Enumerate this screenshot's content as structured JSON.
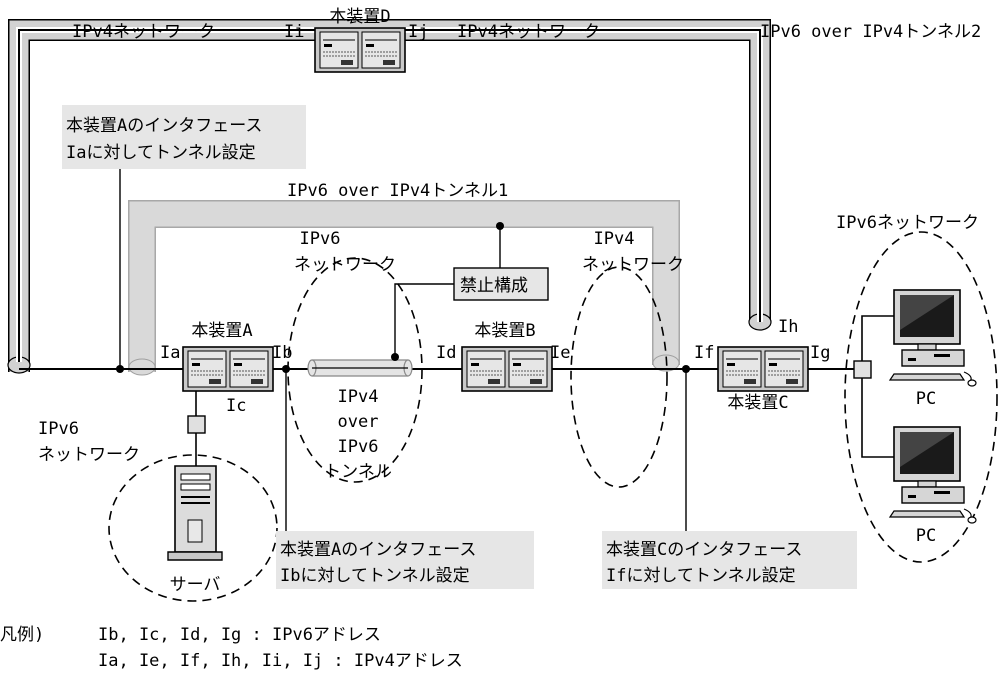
{
  "network_labels": {
    "ipv4_top_left": "IPv4ネットワーク",
    "ipv4_top_right": "IPv4ネットワーク",
    "tunnel2": "IPv6 over IPv4トンネル2",
    "tunnel1": "IPv6 over IPv4トンネル1",
    "ipv6_mid_line1": "IPv6",
    "ipv6_mid_line2": "ネットワーク",
    "ipv4_mid_line1": "IPv4",
    "ipv4_mid_line2": "ネットワーク",
    "ipv6_right": "IPv6ネットワーク",
    "ipv6_left_line1": "IPv6",
    "ipv6_left_line2": "ネットワーク"
  },
  "devices": {
    "a": "本装置A",
    "b": "本装置B",
    "c": "本装置C",
    "d": "本装置D",
    "server": "サーバ",
    "pc1": "PC",
    "pc2": "PC"
  },
  "interfaces": {
    "ia": "Ia",
    "ib": "Ib",
    "ic": "Ic",
    "id": "Id",
    "ie": "Ie",
    "if": "If",
    "ig": "Ig",
    "ih": "Ih",
    "ii": "Ii",
    "ij": "Ij"
  },
  "inner_tunnel": {
    "line1": "IPv4",
    "line2": "over",
    "line3": "IPv6",
    "line4": "トンネル"
  },
  "callouts": {
    "a_ia_line1": "本装置Aのインタフェース",
    "a_ia_line2": "Iaに対してトンネル設定",
    "forbidden": "禁止構成",
    "a_ib_line1": "本装置Aのインタフェース",
    "a_ib_line2": "Ibに対してトンネル設定",
    "c_if_line1": "本装置Cのインタフェース",
    "c_if_line2": "Ifに対してトンネル設定"
  },
  "legend": {
    "title": "凡例)",
    "ipv6_line": "Ib, Ic, Id, Ig : IPv6アドレス",
    "ipv4_line": "Ia, Ie, If, Ih, Ii, Ij : IPv4アドレス"
  }
}
